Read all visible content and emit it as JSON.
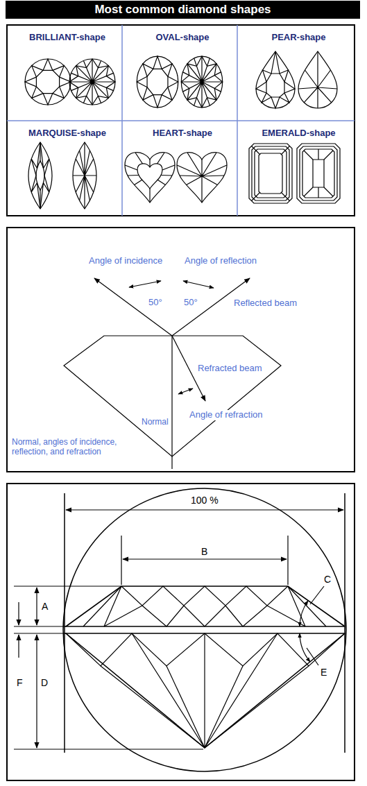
{
  "diagram": {
    "title": "Most common diamond shapes",
    "nodes": [
      {
        "text": [
          "BRILLIANT-shape"
        ]
      },
      {
        "text": [
          "OVAL-shape"
        ]
      },
      {
        "text": [
          "PEAR-shape"
        ]
      },
      {
        "text": [
          "MARQUISE-shape"
        ]
      },
      {
        "text": [
          "HEART-shape"
        ]
      },
      {
        "text": [
          "EMERALD-shape"
        ]
      }
    ],
    "labels": [
      "Angle of incidence",
      "Angle of reflection",
      "50°",
      "50°",
      "Reflected beam",
      "Refracted beam",
      "Normal",
      "Angle of refraction",
      "Normal, angles of incidence, reflection, and refraction",
      "100 %",
      "B",
      "C",
      "A",
      "F",
      "D",
      "E"
    ]
  }
}
